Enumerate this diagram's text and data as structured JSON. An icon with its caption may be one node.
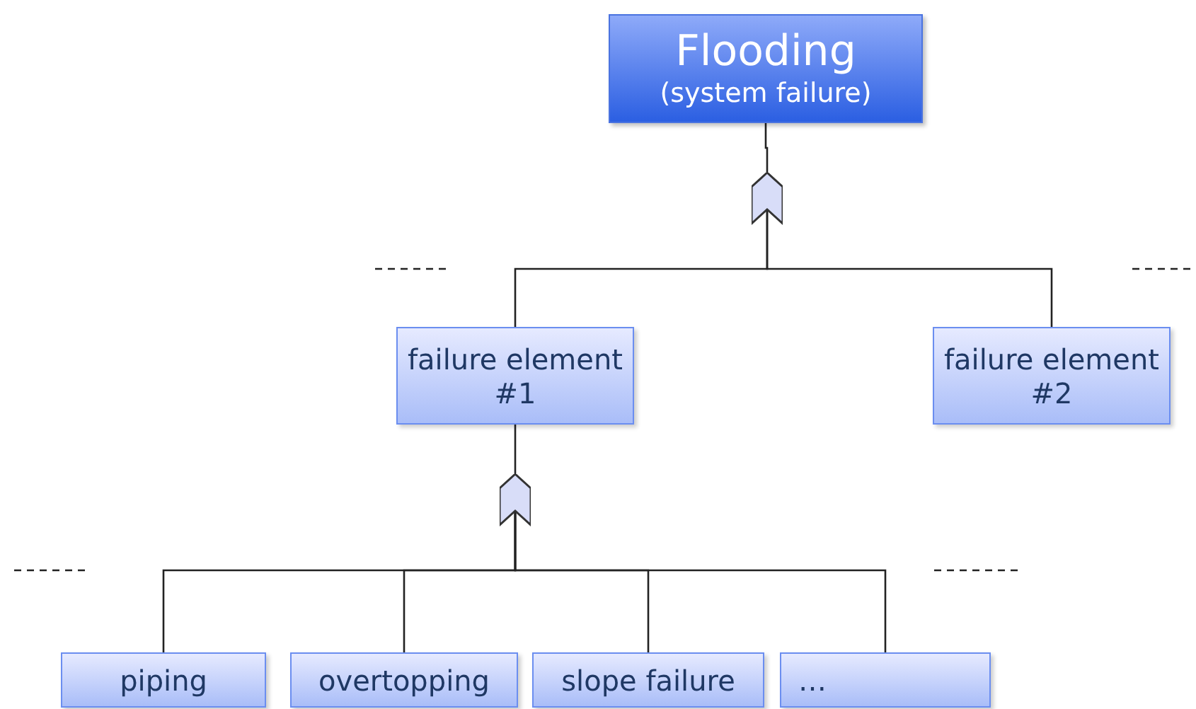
{
  "diagram": {
    "nodes": [
      {
        "text": [
          "Flooding",
          "(system failure)"
        ]
      },
      {
        "text": [],
        "shape": "gate"
      },
      {
        "text": [
          "failure element #1"
        ]
      },
      {
        "text": [
          "failure element #2"
        ]
      },
      {
        "text": [],
        "shape": "gate"
      },
      {
        "text": [
          "piping"
        ]
      },
      {
        "text": [
          "overtopping"
        ]
      },
      {
        "text": [
          "slope failure"
        ]
      },
      {
        "text": [
          "…"
        ]
      }
    ],
    "edges": [
      {
        "from": 1,
        "to": 0,
        "arrow": "none"
      },
      {
        "from": 2,
        "to": 1,
        "arrow": "none"
      },
      {
        "from": 3,
        "to": 1,
        "arrow": "none"
      },
      {
        "from": 4,
        "to": 2,
        "arrow": "none"
      },
      {
        "from": 5,
        "to": 4,
        "arrow": "none"
      },
      {
        "from": 6,
        "to": 4,
        "arrow": "none"
      },
      {
        "from": 7,
        "to": 4,
        "arrow": "none"
      },
      {
        "from": 8,
        "to": 4,
        "arrow": "none"
      }
    ]
  }
}
